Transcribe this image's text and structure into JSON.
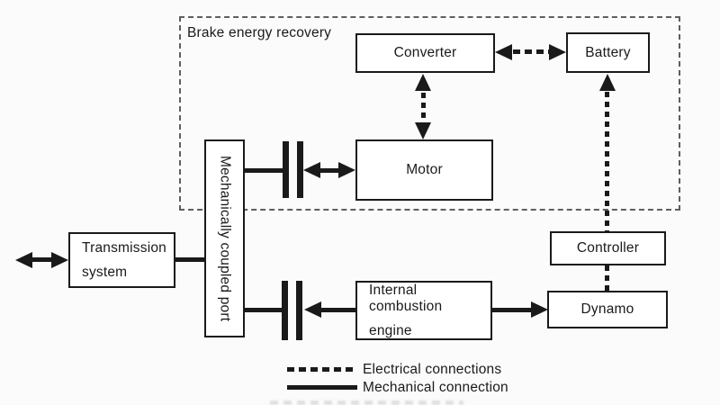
{
  "group": {
    "label": "Brake energy recovery"
  },
  "nodes": {
    "converter": {
      "label": "Converter"
    },
    "battery": {
      "label": "Battery"
    },
    "motor": {
      "label": "Motor"
    },
    "port": {
      "label": "Mechanically coupled port"
    },
    "transmission": {
      "line1": "Transmission",
      "line2": "system"
    },
    "engine": {
      "line1": "Internal combustion",
      "line2": "engine"
    },
    "controller": {
      "label": "Controller"
    },
    "dynamo": {
      "label": "Dynamo"
    }
  },
  "legend": {
    "electrical_label": "Electrical connections",
    "mechanical_label": "Mechanical connection"
  },
  "colors": {
    "line": "#1a1a1a",
    "group_border": "#5f5f5f",
    "background": "#fbfbfb"
  }
}
